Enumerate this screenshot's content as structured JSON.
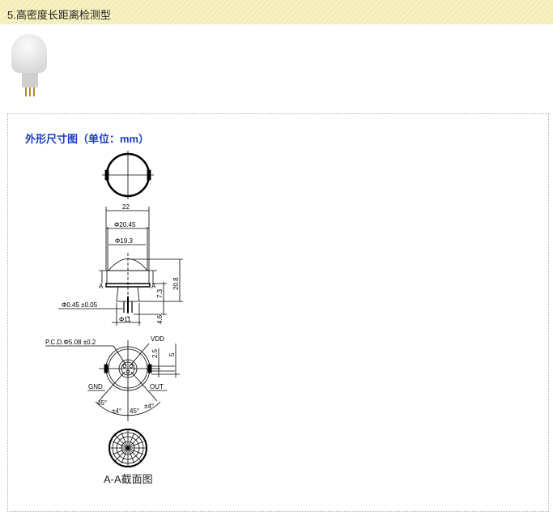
{
  "header": {
    "title": "5.高密度长距离检测型"
  },
  "section": {
    "title": "外形尺寸图（单位：mm）"
  },
  "drawing": {
    "dim_width": "22",
    "dim_d2045": "Φ20.45",
    "dim_d193": "Φ19.3",
    "dim_height": "20.8",
    "dim_73": "7.3",
    "dim_46": "4.6",
    "dim_d11": "Φ11",
    "dim_pin": "Φ0.45 ±0.05",
    "section_mark": "A",
    "pcd": "P.C.D.Φ5.08 ±0.2",
    "vdd": "VDD",
    "gnd": "GND",
    "out": "OUT",
    "dim_25": "2.5",
    "dim_5": "5",
    "angle_left": "45°",
    "angle_right": "45°",
    "tol_left": "±4°",
    "tol_right": "±4°",
    "caption": "A-A截面图"
  }
}
